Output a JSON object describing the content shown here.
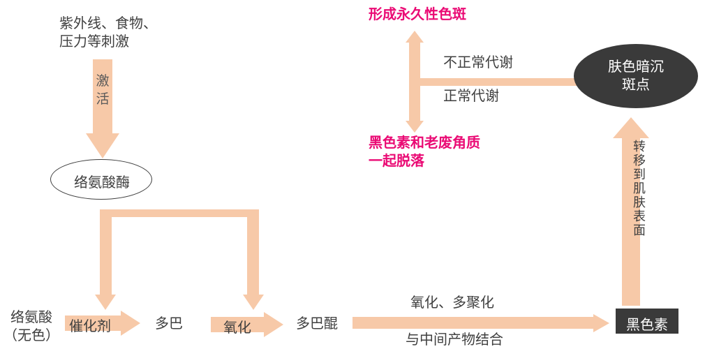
{
  "diagram": {
    "title_text": "",
    "colors": {
      "arrow_fill": "#f7c9a8",
      "pink_accent": "#ea0a74",
      "dark_fill": "#3a3a3a",
      "text": "#3f3f3f",
      "background": "#ffffff"
    },
    "nodes": {
      "stimuli": "紫外线、食物、\n压力等刺激",
      "activate": "激\n活",
      "tyrosinase": "络氨酸酶",
      "tyrosine": "络氨酸\n（无色）",
      "catalyst": "催化剂",
      "dopa": "多巴",
      "oxidize": "氧化",
      "dopaquinone": "多巴醌",
      "oxidize_polymerize": "氧化、多聚化",
      "combine_intermediate": "与中间产物结合",
      "melanin": "黑色素",
      "transfer_to_skin": "转移到肌肤表面",
      "dull_skin_spots": "肤色暗沉\n斑点",
      "abnormal_metabolism": "不正常代谢",
      "normal_metabolism": "正常代谢",
      "permanent_spots": "形成永久性色斑",
      "shed_with_keratin": "黑色素和老废角质\n一起脱落"
    }
  }
}
